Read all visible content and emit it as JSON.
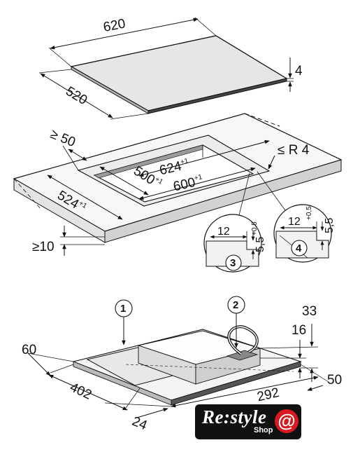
{
  "top": {
    "width_label": "620",
    "depth_label": "520",
    "thickness_label": "4"
  },
  "cutout": {
    "edge_min_label": "≥ 50",
    "radius_label": "≤ R 4",
    "outer_w_main": "624",
    "outer_w_tol": "+1",
    "inner_w_main": "600",
    "inner_w_tol": "+1",
    "inner_d_main": "500",
    "inner_d_tol": "+1",
    "outer_d_main": "524",
    "outer_d_tol": "+1",
    "worktop_min_label": "≥10"
  },
  "details": [
    {
      "number": "3",
      "width": "12",
      "depth_main": "5,5",
      "depth_tol": "+0,5"
    },
    {
      "number": "4",
      "width": "12",
      "depth_main": "5,5",
      "depth_tol": "+0,5"
    }
  ],
  "bottom": {
    "callout_1": "1",
    "callout_2": "2",
    "dim_33": "33",
    "dim_16": "16",
    "dim_60": "60",
    "dim_402": "402",
    "dim_292": "292",
    "dim_50": "50",
    "dim_24": "24"
  },
  "logo": {
    "brand": "Re:style",
    "shop": "Shop",
    "symbol": "@"
  }
}
